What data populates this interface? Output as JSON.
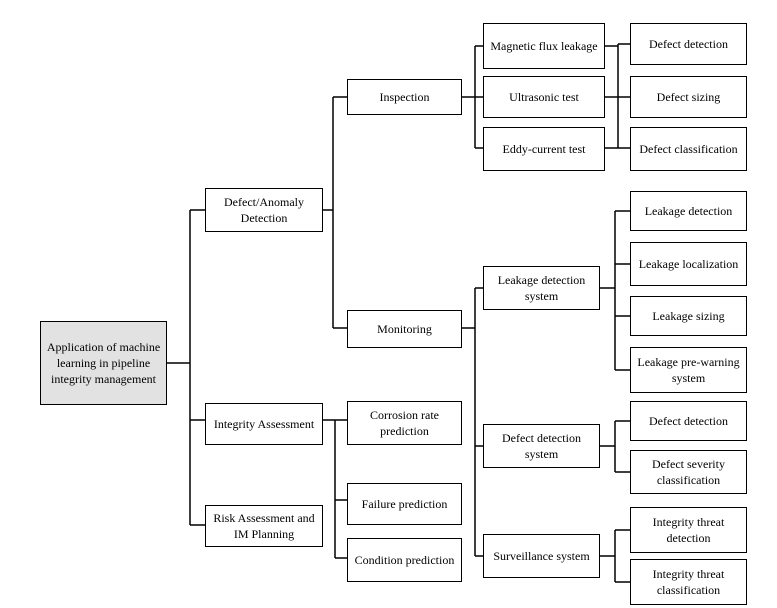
{
  "nodes": {
    "root": "Application of machine learning in pipeline integrity management",
    "defect_anomaly_detection": "Defect/Anomaly Detection",
    "integrity_assessment": "Integrity Assessment",
    "risk_assessment": "Risk Assessment and IM Planning",
    "inspection": "Inspection",
    "monitoring": "Monitoring",
    "magnetic_flux_leakage": "Magnetic flux leakage",
    "ultrasonic_test": "Ultrasonic test",
    "eddy_current_test": "Eddy-current test",
    "insp_defect_detection": "Defect detection",
    "insp_defect_sizing": "Defect sizing",
    "insp_defect_classification": "Defect classification",
    "leakage_detection_system": "Leakage detection system",
    "defect_detection_system": "Defect detection system",
    "surveillance_system": "Surveillance system",
    "leakage_detection": "Leakage detection",
    "leakage_localization": "Leakage localization",
    "leakage_sizing": "Leakage sizing",
    "leakage_prewarning": "Leakage pre-warning system",
    "mon_defect_detection": "Defect detection",
    "defect_severity_classification": "Defect severity classification",
    "integrity_threat_detection": "Integrity threat detection",
    "integrity_threat_classification": "Integrity threat classification",
    "corrosion_rate_prediction": "Corrosion rate prediction",
    "failure_prediction": "Failure prediction",
    "condition_prediction": "Condition prediction"
  }
}
